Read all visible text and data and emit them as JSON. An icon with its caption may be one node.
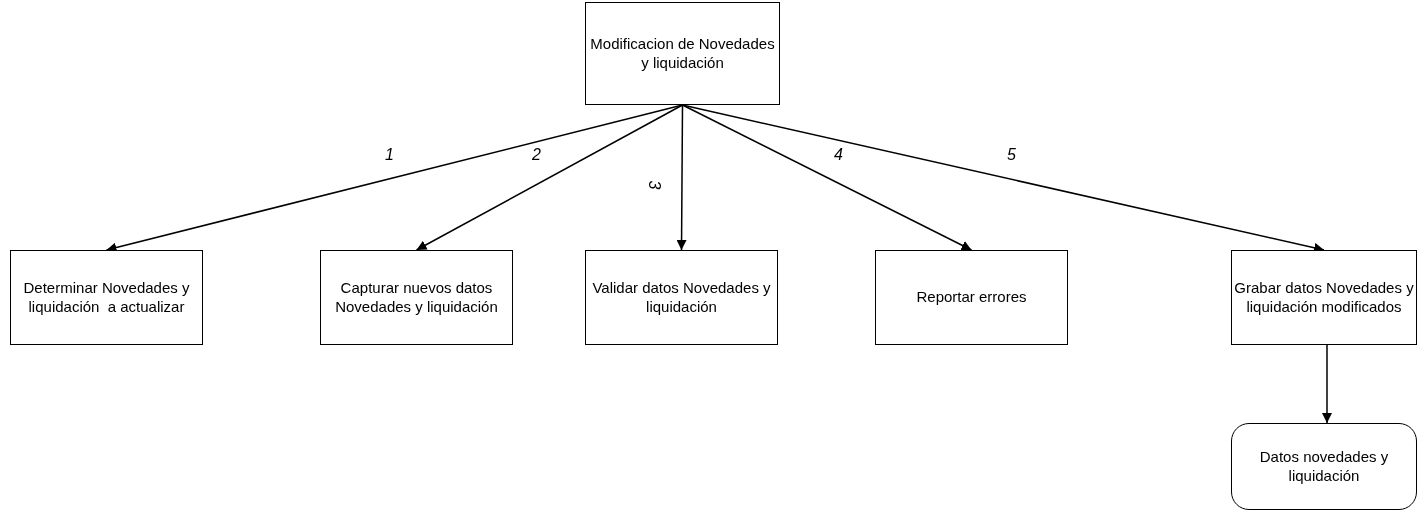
{
  "diagram": {
    "nodes": [
      {
        "text": [
          "Modificacion de Novedades y liquidación"
        ]
      },
      {
        "text": [
          "Determinar Novedades y liquidación  a actualizar"
        ]
      },
      {
        "text": [
          "Capturar nuevos datos  Novedades y liquidación"
        ]
      },
      {
        "text": [
          "Validar datos Novedades y liquidación"
        ]
      },
      {
        "text": [
          "Reportar errores"
        ]
      },
      {
        "text": [
          "Grabar datos Novedades y liquidación modificados"
        ]
      },
      {
        "text": [
          "Datos novedades y liquidación"
        ]
      }
    ],
    "edges": [
      {
        "from": 0,
        "to": 1,
        "arrow": "to",
        "label": "1"
      },
      {
        "from": 0,
        "to": 2,
        "arrow": "to",
        "label": "2"
      },
      {
        "from": 0,
        "to": 3,
        "arrow": "to",
        "label": "3"
      },
      {
        "from": 0,
        "to": 4,
        "arrow": "to",
        "label": "4"
      },
      {
        "from": 0,
        "to": 5,
        "arrow": "to",
        "label": "5"
      },
      {
        "from": 5,
        "to": 6,
        "arrow": "to"
      }
    ]
  }
}
